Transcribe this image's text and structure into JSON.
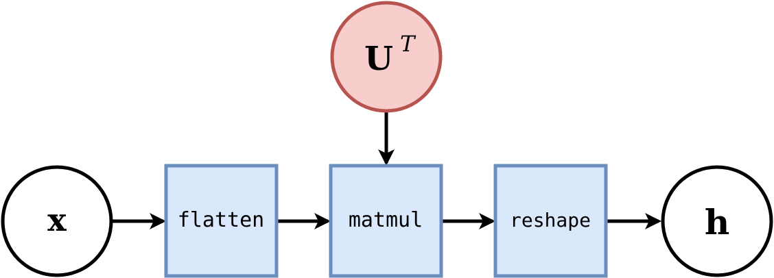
{
  "nodes": {
    "x": {
      "label": "x"
    },
    "flatten": {
      "label": "flatten"
    },
    "matmul": {
      "label": "matmul"
    },
    "reshape": {
      "label": "reshape"
    },
    "h": {
      "label": "h"
    },
    "ut": {
      "base": "U",
      "superscript": "T"
    }
  },
  "colors": {
    "op_fill": "#dae8fc",
    "op_stroke": "#6c8ebf",
    "param_fill": "#f8cecc",
    "param_stroke": "#b85450",
    "io_fill": "#ffffff",
    "io_stroke": "#000000",
    "edge": "#000000"
  }
}
